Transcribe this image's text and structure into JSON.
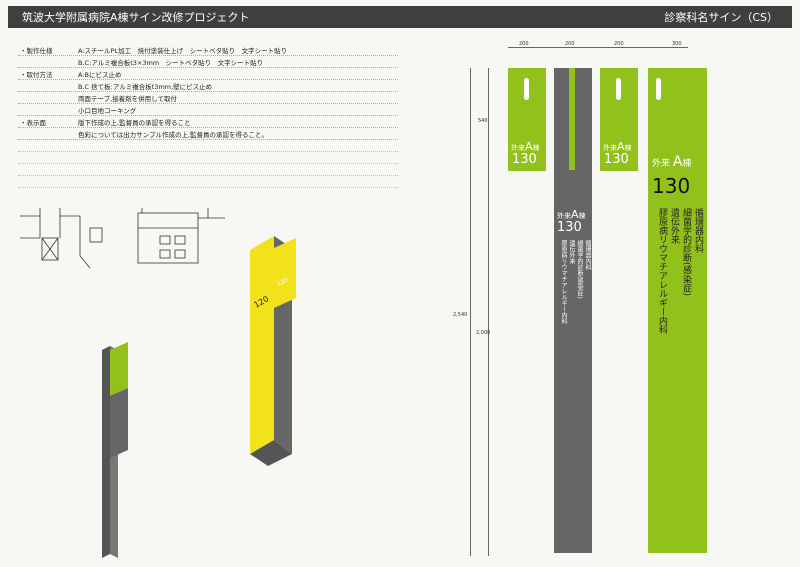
{
  "header": {
    "title": "筑波大学附属病院A棟サイン改修プロジェクト",
    "right": "診察科名サイン（CS）"
  },
  "specs": [
    {
      "key": "・製作仕様",
      "val": "A:スチールPL加工　焼付塗装仕上げ　シートベタ貼り　文字シート貼り"
    },
    {
      "key": "",
      "val": "B,C:アルミ複合板t3×3mm　シートベタ貼り　文字シート貼り"
    },
    {
      "key": "・取付方法",
      "val": "A:Bにビス止め"
    },
    {
      "key": "",
      "val": "B,C 捨て板:アルミ複合板t3mm,壁にビス止め"
    },
    {
      "key": "",
      "val": "両面テープ,接着剤を併用して取付"
    },
    {
      "key": "",
      "val": "小口目地コーキング"
    },
    {
      "key": "・表示面",
      "val": "版下作成の上,監督員の承認を得ること"
    },
    {
      "key": "",
      "val": "色彩については出力サンプル作成の上,監督員の承認を得ること。"
    }
  ],
  "dims": {
    "w1": "200",
    "w2": "200",
    "w3": "200",
    "w4": "300",
    "h1": "540",
    "h2": "2,540",
    "h3": "2,000"
  },
  "signs": {
    "gairai": "外来",
    "A": "A",
    "mune": "棟",
    "number": "130",
    "number_yellow": "120",
    "lines": [
      "循環器内科",
      "細菌学的診断(感染症)",
      "遺伝外来",
      "膠原病リウマチアレルギー内科"
    ]
  },
  "colors": {
    "green": "#93c11c",
    "gray": "#666666",
    "yellow": "#f2e21c"
  }
}
